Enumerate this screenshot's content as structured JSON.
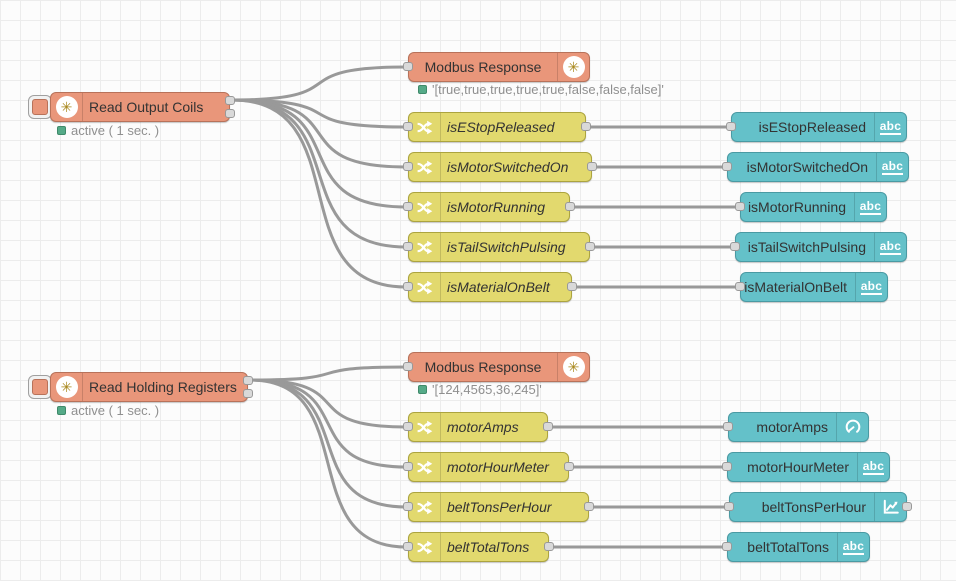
{
  "app": {
    "name": "Node-RED flow editor",
    "view": "flow-canvas"
  },
  "colors": {
    "modbus_node": "#e9967a",
    "switch_node": "#e2d96e",
    "dashboard_node": "#64c1c9",
    "wire": "#999999",
    "port": "#d9d9d9",
    "status_ok": "#55aa88",
    "status_text": "#8f8f8f",
    "node_label": "#333333",
    "grid_line": "#ececec",
    "canvas_bg": "#fcfcfc"
  },
  "icons": {
    "asterisk": "✳",
    "abc_label": "abc",
    "switch": "shuffle-arrows",
    "gauge": "gauge-dial",
    "chart": "line-chart"
  },
  "group1": {
    "reader": {
      "label": "Read Output Coils",
      "status": "active ( 1 sec. )"
    },
    "response": {
      "label": "Modbus Response",
      "status": "'[true,true,true,true,true,false,false,false]'"
    },
    "switches": [
      {
        "label": "isEStopReleased"
      },
      {
        "label": "isMotorSwitchedOn"
      },
      {
        "label": "isMotorRunning"
      },
      {
        "label": "isTailSwitchPulsing"
      },
      {
        "label": "isMaterialOnBelt"
      }
    ],
    "widgets": [
      {
        "label": "isEStopReleased",
        "icon": "abc"
      },
      {
        "label": "isMotorSwitchedOn",
        "icon": "abc"
      },
      {
        "label": "isMotorRunning",
        "icon": "abc"
      },
      {
        "label": "isTailSwitchPulsing",
        "icon": "abc"
      },
      {
        "label": "isMaterialOnBelt",
        "icon": "abc"
      }
    ]
  },
  "group2": {
    "reader": {
      "label": "Read Holding Registers",
      "status": "active ( 1 sec. )"
    },
    "response": {
      "label": "Modbus Response",
      "status": "'[124,4565,36,245]'"
    },
    "switches": [
      {
        "label": "motorAmps"
      },
      {
        "label": "motorHourMeter"
      },
      {
        "label": "beltTonsPerHour"
      },
      {
        "label": "beltTotalTons"
      }
    ],
    "widgets": [
      {
        "label": "motorAmps",
        "icon": "gauge"
      },
      {
        "label": "motorHourMeter",
        "icon": "abc"
      },
      {
        "label": "beltTonsPerHour",
        "icon": "chart"
      },
      {
        "label": "beltTotalTons",
        "icon": "abc"
      }
    ]
  }
}
